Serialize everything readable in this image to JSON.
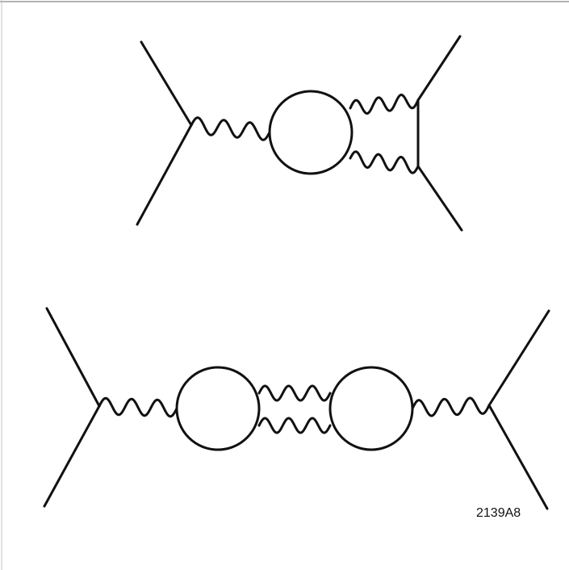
{
  "figure_id": "2139A8",
  "colors": {
    "ink": "#111111",
    "background": "#ffffff"
  },
  "diagrams": [
    {
      "name": "top-feynman-diagram",
      "components": [
        "external-fermion-lines",
        "photon-propagator",
        "fermion-loop",
        "double-photon-exchange"
      ]
    },
    {
      "name": "bottom-feynman-diagram",
      "components": [
        "external-fermion-lines",
        "photon-propagator",
        "fermion-loop",
        "double-photon-exchange",
        "fermion-loop",
        "photon-propagator",
        "external-fermion-lines"
      ]
    }
  ]
}
